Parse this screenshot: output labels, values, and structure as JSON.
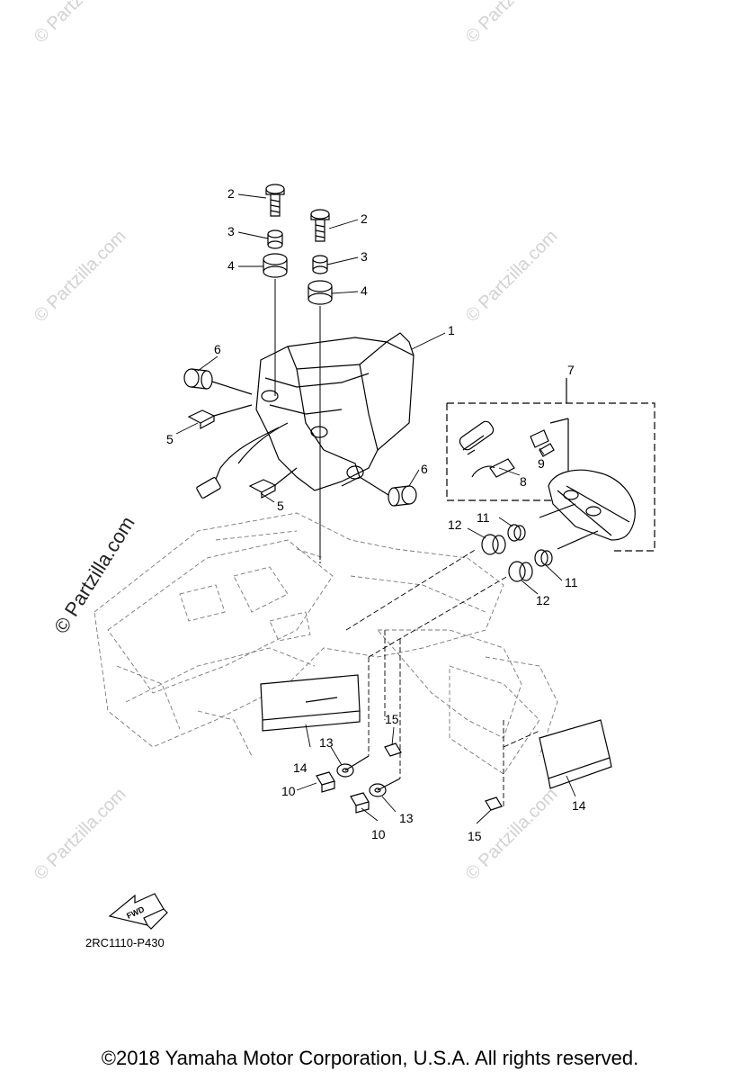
{
  "watermark": {
    "text": "© Partzilla.com",
    "side_text": "© Partzilla.com"
  },
  "callouts": [
    "1",
    "2",
    "2",
    "3",
    "3",
    "4",
    "4",
    "5",
    "5",
    "6",
    "6",
    "7",
    "8",
    "9",
    "10",
    "10",
    "11",
    "11",
    "12",
    "12",
    "13",
    "13",
    "14",
    "14",
    "15",
    "15"
  ],
  "fwd_label": "FWD",
  "diagram_code": "2RC1110-P430",
  "copyright": "©2018  Yamaha Motor Corporation, U.S.A. All rights reserved."
}
